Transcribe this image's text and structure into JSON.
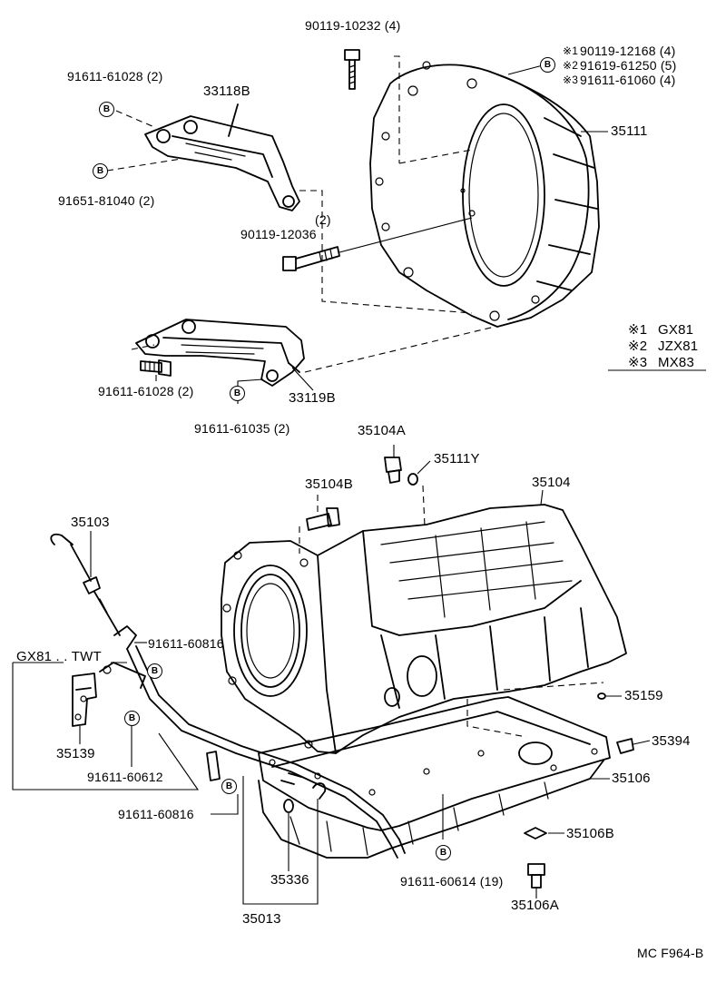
{
  "diagram": {
    "footer_code": "MC F964-B",
    "bolt_marker": "B",
    "variant_box_label": "GX81 . . TWT",
    "legend": [
      {
        "mark": "※1",
        "model": "GX81"
      },
      {
        "mark": "※2",
        "model": "JZX81"
      },
      {
        "mark": "※3",
        "model": "MX83"
      }
    ],
    "callouts": {
      "p_90119_10232": "90119-10232 (4)",
      "p_x1": "90119-12168 (4)",
      "p_x2": "91619-61250 (5)",
      "p_x3": "91611-61060 (4)",
      "x1": "※1",
      "x2": "※2",
      "x3": "※3",
      "p_91611_61028_top": "91611-61028 (2)",
      "p_33118B": "33118B",
      "p_35111": "35111",
      "p_91651_81040": "91651-81040 (2)",
      "p_qty_2": "(2)",
      "p_90119_12036": "90119-12036",
      "p_91611_61028_low": "91611-61028 (2)",
      "p_33119B": "33119B",
      "p_91611_61035": "91611-61035 (2)",
      "p_35104A": "35104A",
      "p_35111Y": "35111Y",
      "p_35104B": "35104B",
      "p_35104": "35104",
      "p_35103": "35103",
      "p_91611_60816_a": "91611-60816",
      "p_35159": "35159",
      "p_35139": "35139",
      "p_91611_60612": "91611-60612",
      "p_35394": "35394",
      "p_35106": "35106",
      "p_91611_60816_b": "91611-60816",
      "p_35106B": "35106B",
      "p_35336": "35336",
      "p_91611_60614": "91611-60614 (19)",
      "p_35106A": "35106A",
      "p_35013": "35013"
    }
  }
}
